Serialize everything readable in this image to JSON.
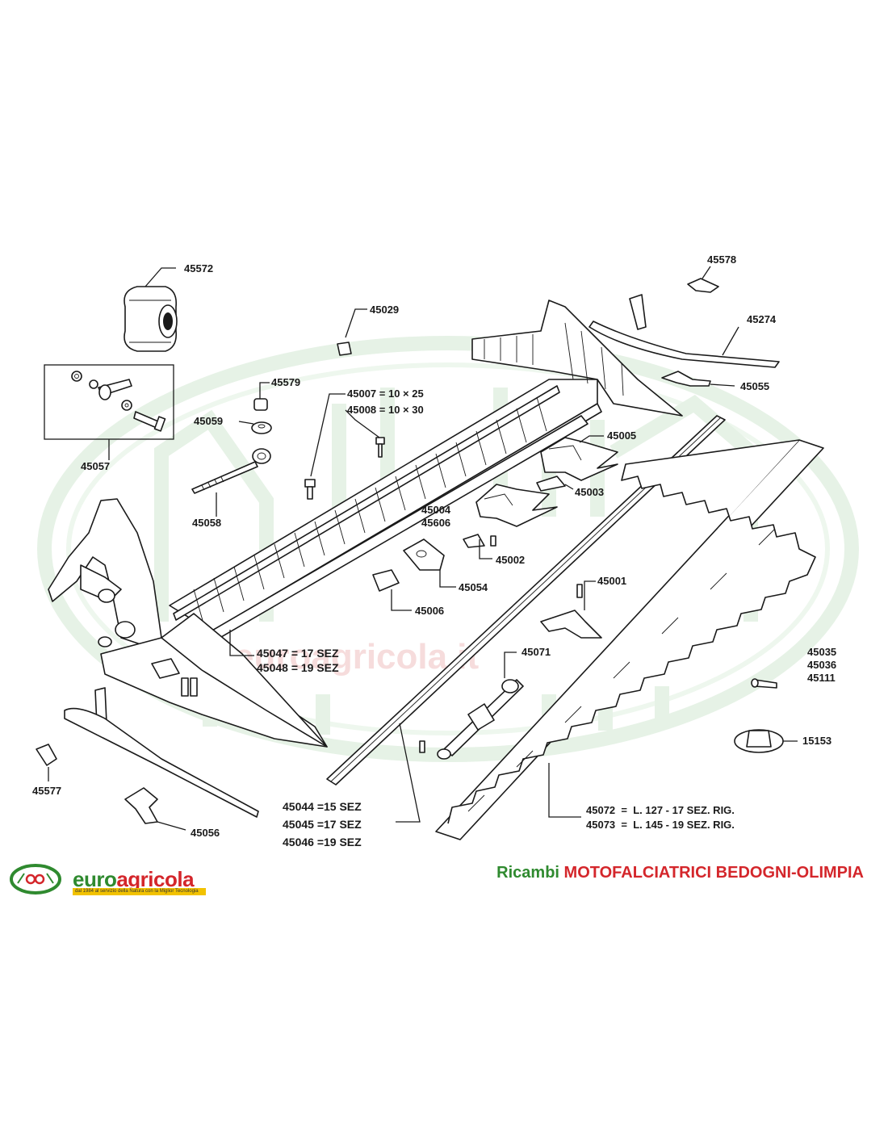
{
  "labels": {
    "p45572": "45572",
    "p45057": "45057",
    "p45579": "45579",
    "p45059": "45059",
    "p45058": "45058",
    "p45029": "45029",
    "p45007": "45007 = 10 × 25",
    "p45008": "45008 = 10 × 30",
    "p45578": "45578",
    "p45274": "45274",
    "p45055": "45055",
    "p45005": "45005",
    "p45003": "45003",
    "p45004": "45004",
    "p45606": "45606",
    "p45002": "45002",
    "p45054": "45054",
    "p45006": "45006",
    "p45001": "45001",
    "p45047": "45047 = 17 SEZ",
    "p45048": "45048 = 19 SEZ",
    "p45071": "45071",
    "p45035": "45035",
    "p45036": "45036",
    "p45111": "45111",
    "p15153": "15153",
    "p45577": "45577",
    "p45056": "45056",
    "p45044": "45044 =15 SEZ",
    "p45045": "45045 =17 SEZ",
    "p45046": "45046 =19 SEZ",
    "p45072": "45072  =  L. 127 - 17 SEZ. RIG.",
    "p45073": "45073  =  L. 145 - 19 SEZ. RIG."
  },
  "footer": {
    "brand_part1": "euro",
    "brand_part2": "agricola",
    "tagline": "dal 1984 al servizio della Natura     con la Miglior Tecnologia",
    "title_part1": "Ricambi ",
    "title_part2": "MOTOFALCIATRICI BEDOGNI-OLIMPIA"
  },
  "watermark": {
    "text": "euroagricola.it"
  },
  "colors": {
    "brand_green": "#2f8a2f",
    "brand_red": "#d4262b",
    "tagline_yellow": "#f2c200",
    "watermark_green": "#e6f2e6"
  }
}
